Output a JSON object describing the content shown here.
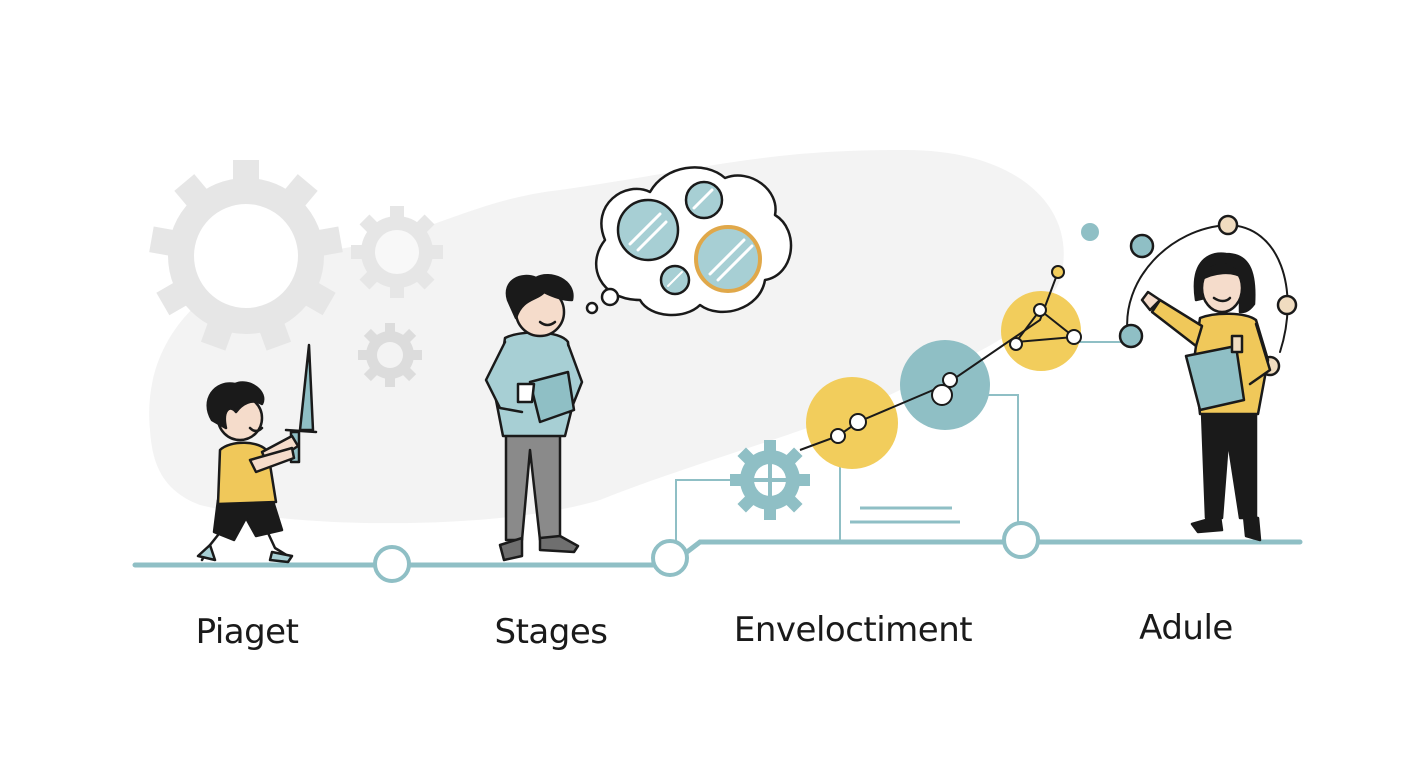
{
  "colors": {
    "teal": "#8fbfc5",
    "teal_dark": "#6fa6ae",
    "yellow": "#f2cd5c",
    "gear_gray": "#e6e6e6",
    "blob": "#f3f3f3",
    "ink": "#1a1a1a",
    "shirt_yellow": "#f0c85a",
    "shirt_teal": "#a7cfd4",
    "pants_gray": "#8a8a8a"
  },
  "stages": [
    {
      "label": "Piaget",
      "figure": "child-with-sword"
    },
    {
      "label": "Stages",
      "figure": "boy-holding-book"
    },
    {
      "label": "Enveloctiment",
      "figure": "network-of-nodes"
    },
    {
      "label": "Adule",
      "figure": "woman-with-clipboard"
    }
  ],
  "icons": [
    "gear-icon",
    "thought-bubble-icon",
    "lens-icon",
    "node-network-icon"
  ]
}
